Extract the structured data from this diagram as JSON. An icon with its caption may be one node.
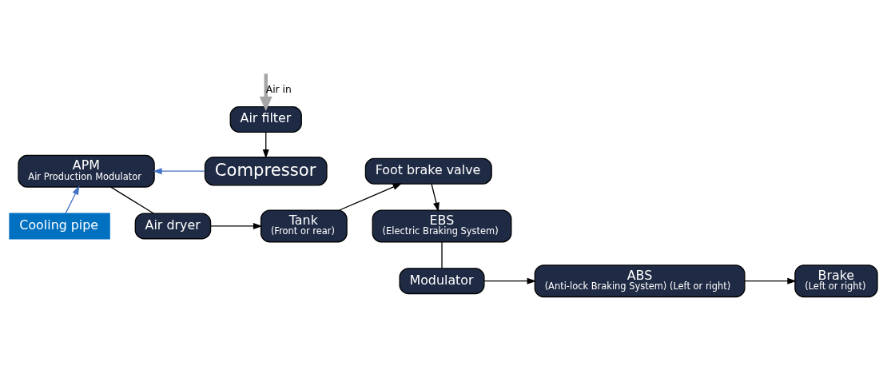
{
  "diagram": {
    "nodes": [
      {
        "text": [
          "Air filter"
        ]
      },
      {
        "text": [
          "Compressor"
        ]
      },
      {
        "text": [
          "Cooling pipe"
        ]
      },
      {
        "text": [
          "APM",
          "Air Production Modulator"
        ]
      },
      {
        "text": [
          "Air dryer"
        ]
      },
      {
        "text": [
          "Tank",
          "(Front or rear)"
        ]
      },
      {
        "text": [
          "Foot brake valve"
        ]
      },
      {
        "text": [
          "EBS",
          "(Electric Braking System)"
        ]
      },
      {
        "text": [
          "Modulator"
        ]
      },
      {
        "text": [
          "ABS",
          "(Anti-lock Braking System) (Left or right)"
        ]
      },
      {
        "text": [
          "Brake",
          "(Left or right)"
        ]
      }
    ],
    "edges": [
      {
        "from": null,
        "to": 0,
        "arrow": "to",
        "label": "Air in",
        "style": "thick",
        "color": "#a6a6a6"
      },
      {
        "from": 0,
        "to": 1,
        "arrow": "to"
      },
      {
        "from": 1,
        "to": 3,
        "arrow": "to",
        "color": "#4472c4"
      },
      {
        "from": 2,
        "to": 3,
        "arrow": "to",
        "color": "#4472c4"
      },
      {
        "from": 3,
        "to": 4,
        "arrow": "none"
      },
      {
        "from": 4,
        "to": 5,
        "arrow": "to"
      },
      {
        "from": 5,
        "to": 6,
        "arrow": "to"
      },
      {
        "from": 6,
        "to": 7,
        "arrow": "to"
      },
      {
        "from": 7,
        "to": 8,
        "arrow": "none"
      },
      {
        "from": 8,
        "to": 9,
        "arrow": "to"
      },
      {
        "from": 9,
        "to": 10,
        "arrow": "to"
      }
    ]
  }
}
